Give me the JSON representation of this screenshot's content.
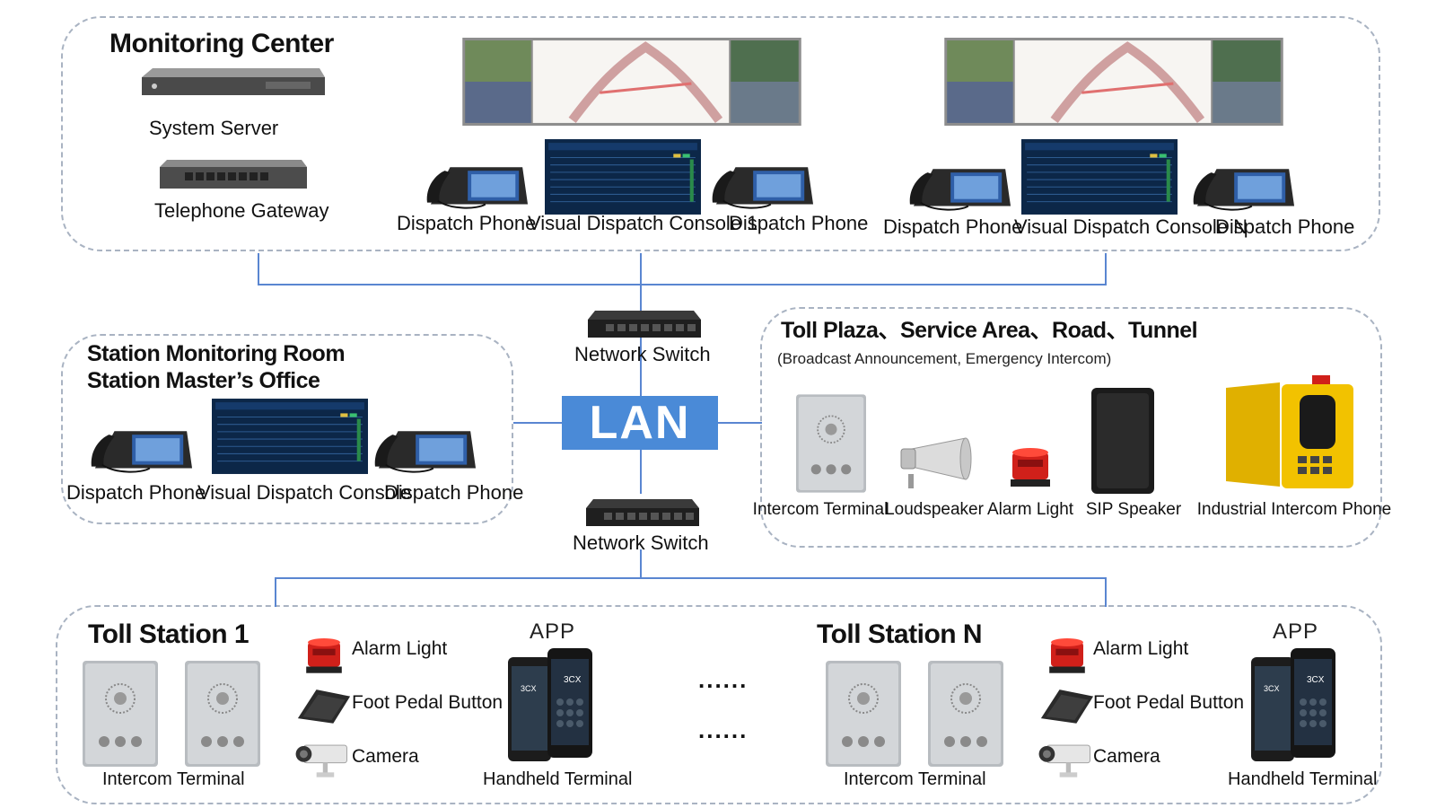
{
  "monitoring_center": {
    "title": "Monitoring Center",
    "system_server": "System Server",
    "telephone_gateway": "Telephone Gateway",
    "dispatch_phone": "Dispatch Phone",
    "console_1": "Visual Dispatch Console 1",
    "console_n": "Visual Dispatch Console N"
  },
  "network": {
    "switch": "Network Switch",
    "lan": "LAN"
  },
  "station_room": {
    "title_line1": "Station Monitoring Room",
    "title_line2": "Station Master’s Office",
    "dispatch_phone": "Dispatch Phone",
    "console": "Visual Dispatch Console"
  },
  "toll_plaza": {
    "title": "Toll Plaza、Service Area、Road、Tunnel",
    "subtitle": "(Broadcast Announcement, Emergency Intercom)",
    "devices": [
      "Intercom Terminal",
      "Loudspeaker",
      "Alarm Light",
      "SIP Speaker",
      "Industrial Intercom Phone"
    ]
  },
  "toll_station_1": {
    "title": "Toll Station 1",
    "intercom": "Intercom Terminal",
    "alarm": "Alarm Light",
    "pedal": "Foot Pedal Button",
    "camera": "Camera",
    "app": "APP",
    "handheld": "Handheld Terminal"
  },
  "toll_station_n": {
    "title": "Toll Station N",
    "intercom": "Intercom Terminal",
    "alarm": "Alarm Light",
    "pedal": "Foot Pedal Button",
    "camera": "Camera",
    "app": "APP",
    "handheld": "Handheld Terminal"
  },
  "ellipsis": "......",
  "colors": {
    "link": "#5a86d1",
    "lan_box": "#4a8ad7",
    "zone_border": "#a9b3c2",
    "alarm_red": "#d0201a",
    "industrial_yellow": "#f2c200"
  }
}
